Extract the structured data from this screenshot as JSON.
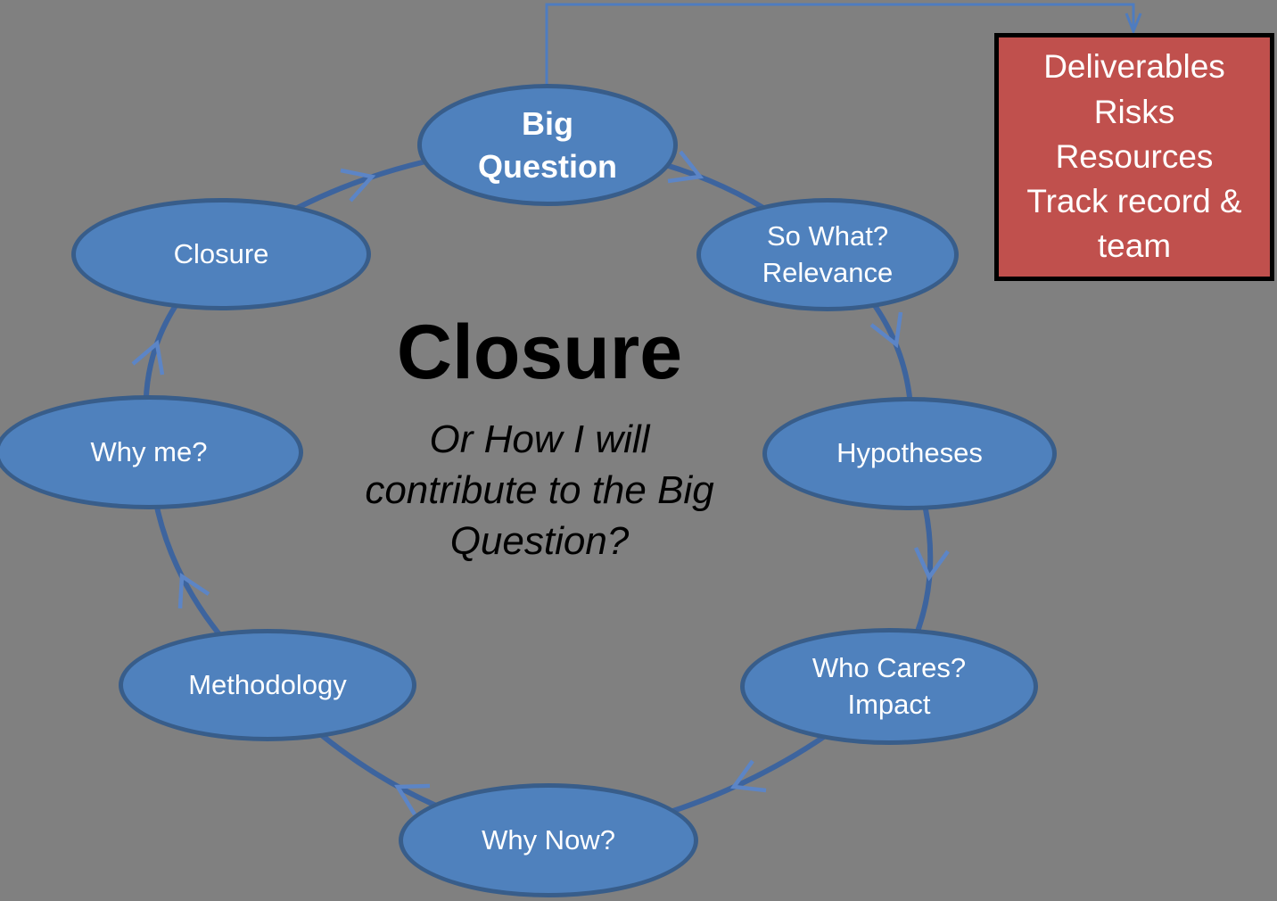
{
  "colors": {
    "background": "#808080",
    "node-fill": "#4F81BD",
    "node-border": "#385D8A",
    "arc": "#3D649E",
    "arrowhead": "#5C85C6",
    "connector": "#4E7CC0",
    "callout-fill": "#C0504D",
    "callout-border": "#000000",
    "node-text": "#FFFFFF",
    "center-text": "#000000"
  },
  "center": {
    "title": "Closure",
    "subtitle_lines": [
      "Or How I will",
      "contribute to the Big",
      "Question?"
    ]
  },
  "nodes": [
    {
      "id": "big-question",
      "lines": [
        "Big",
        "Question"
      ]
    },
    {
      "id": "so-what",
      "lines": [
        "So What?",
        "Relevance"
      ]
    },
    {
      "id": "hypotheses",
      "lines": [
        "Hypotheses"
      ]
    },
    {
      "id": "who-cares",
      "lines": [
        "Who Cares?",
        "Impact"
      ]
    },
    {
      "id": "why-now",
      "lines": [
        "Why Now?"
      ]
    },
    {
      "id": "methodology",
      "lines": [
        "Methodology"
      ]
    },
    {
      "id": "why-me",
      "lines": [
        "Why me?"
      ]
    },
    {
      "id": "closure",
      "lines": [
        "Closure"
      ]
    }
  ],
  "callout": {
    "lines": [
      "Deliverables",
      "Risks",
      "Resources",
      "Track record & team"
    ]
  },
  "cycle_direction": "clockwise"
}
